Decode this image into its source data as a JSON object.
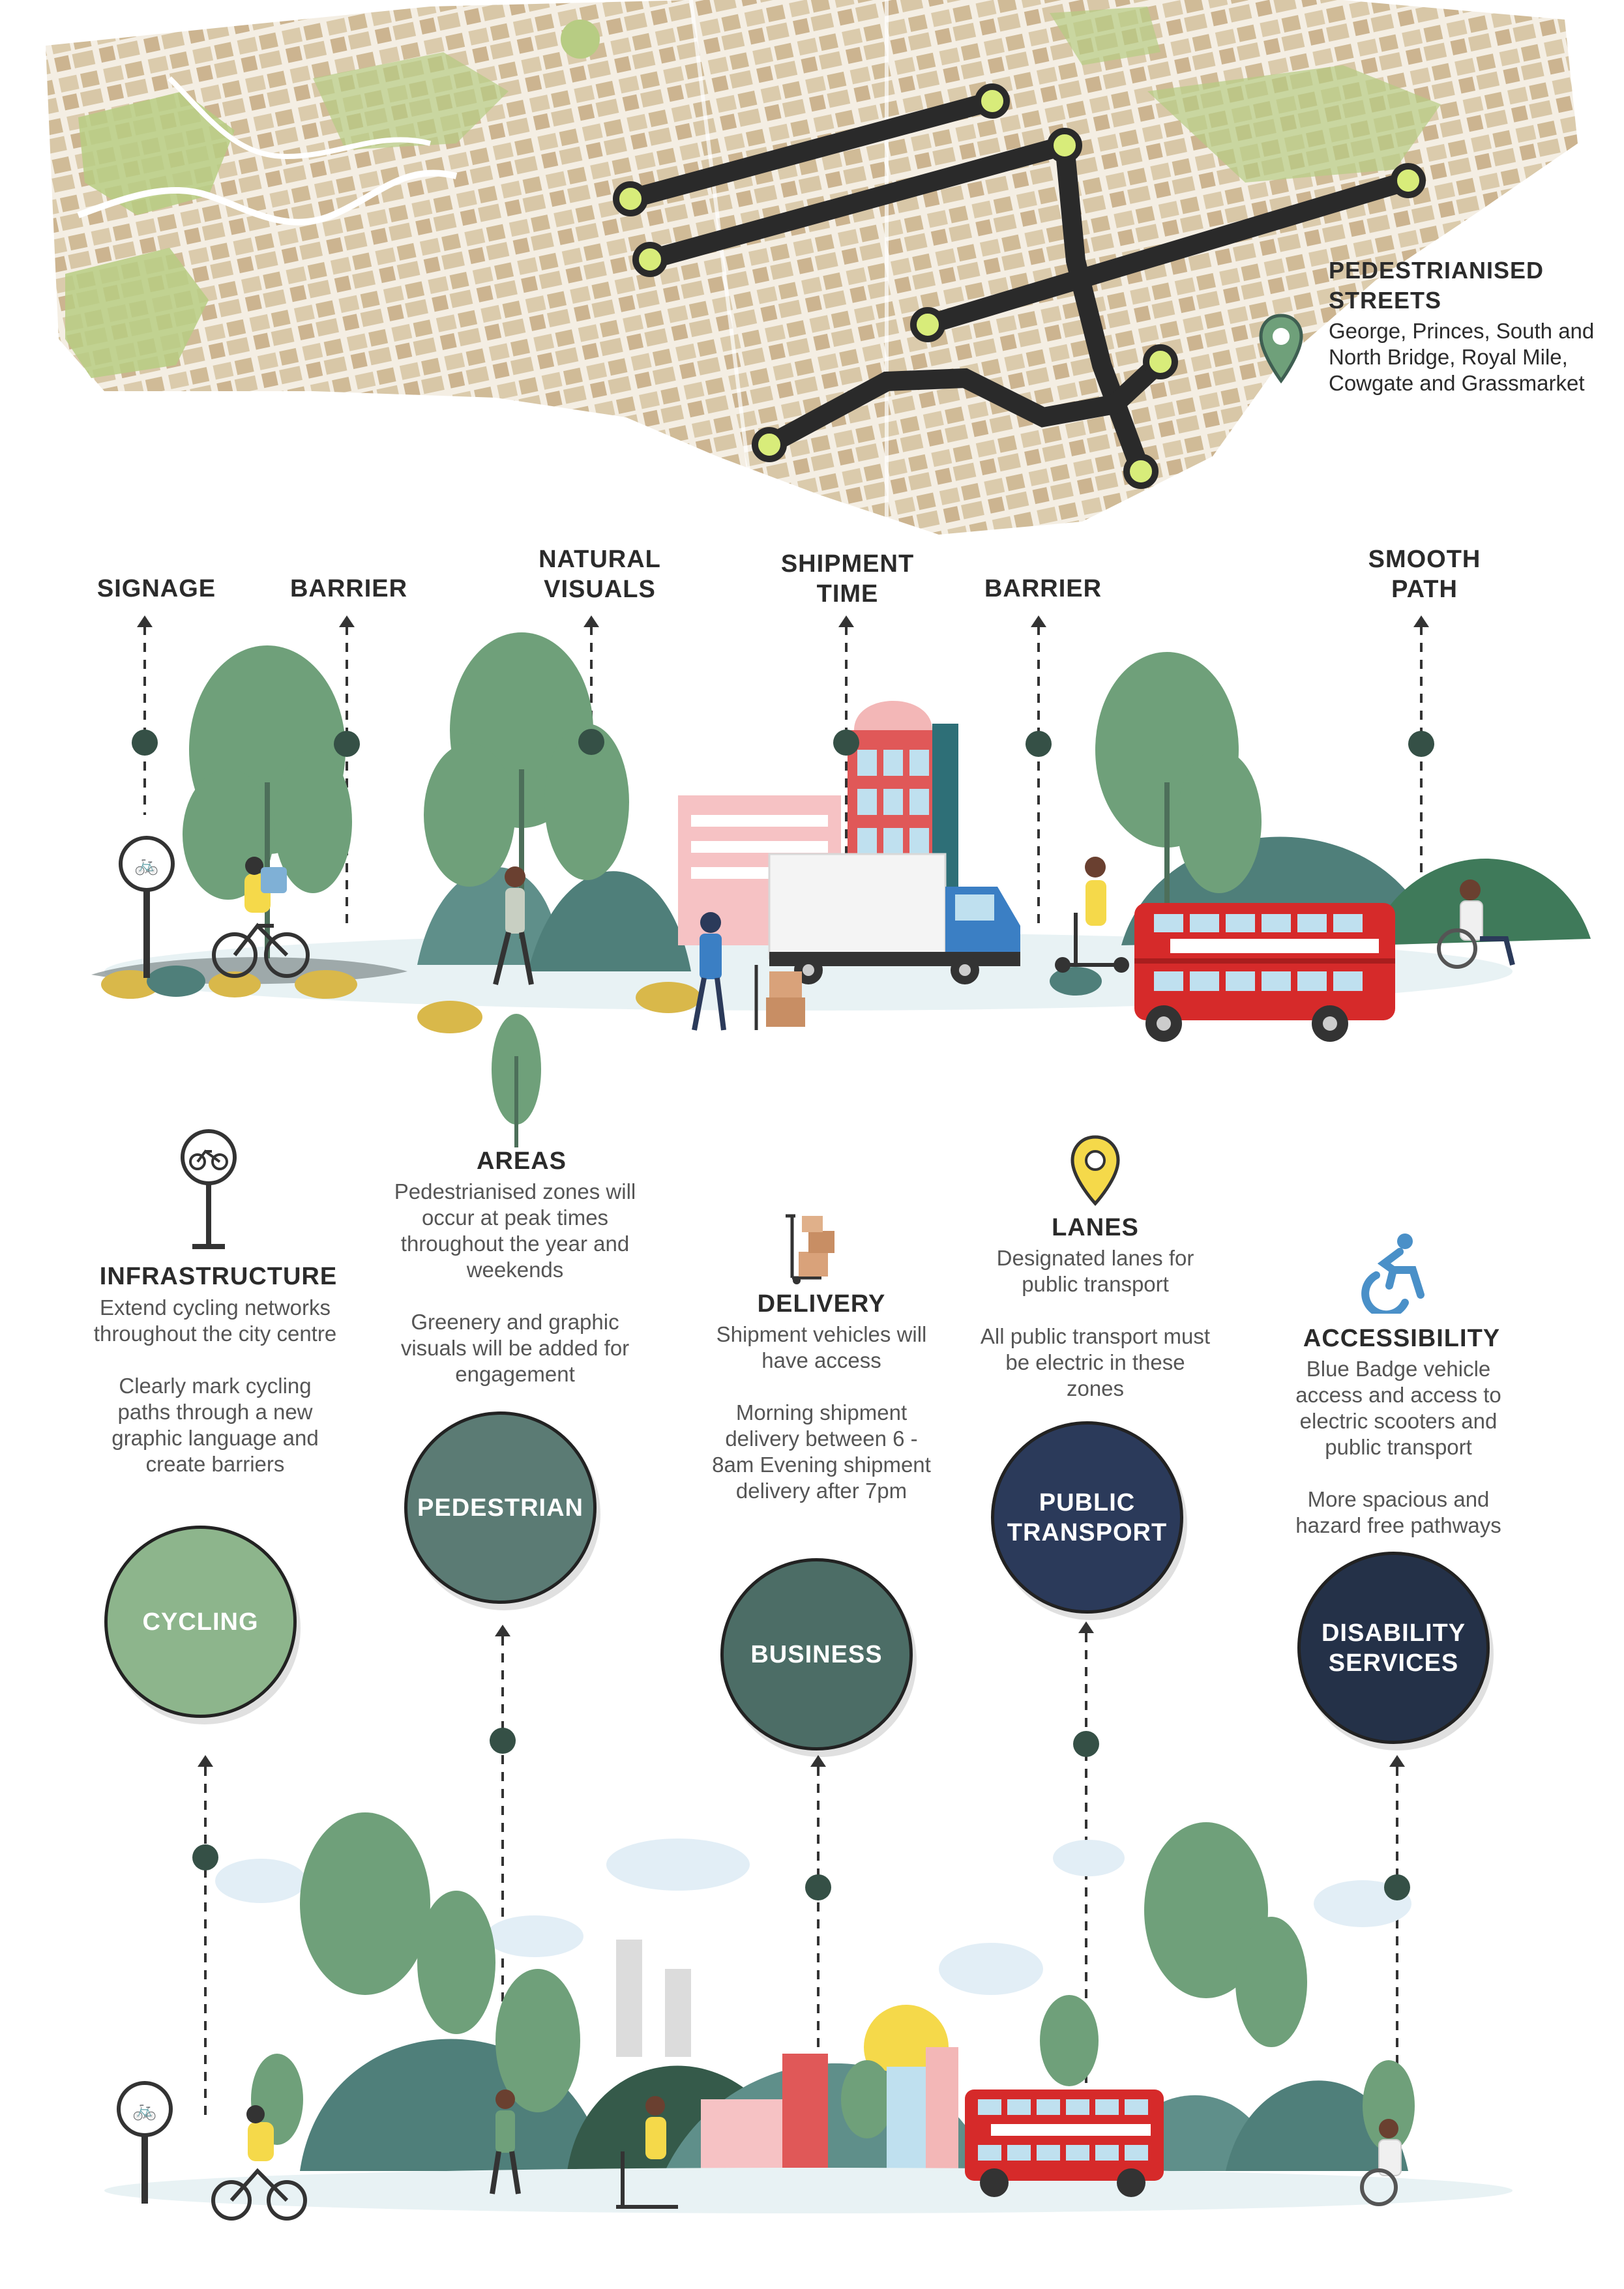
{
  "map": {
    "legend_title_line1": "PEDESTRIANISED",
    "legend_title_line2": "STREETS",
    "legend_text": "George, Princes, South and North Bridge, Royal Mile, Cowgate and Grassmarket",
    "legend_icon": "map-pin-icon"
  },
  "scene_labels": {
    "signage": "SIGNAGE",
    "barrier_1": "BARRIER",
    "natural_visuals_1": "NATURAL",
    "natural_visuals_2": "VISUALS",
    "shipment_time_1": "SHIPMENT",
    "shipment_time_2": "TIME",
    "barrier_2": "BARRIER",
    "smooth_path_1": "SMOOTH",
    "smooth_path_2": "PATH"
  },
  "columns": {
    "cycling": {
      "title": "INFRASTRUCTURE",
      "text1": "Extend cycling networks throughout the city centre",
      "text2": "Clearly mark cycling paths through a new graphic language and create barriers",
      "circle": "CYCLING",
      "icon": "bicycle-sign-icon",
      "color": "#8db58c"
    },
    "pedestrian": {
      "title": "AREAS",
      "text1": "Pedestrianised zones will occur at peak times throughout the year and weekends",
      "text2": "Greenery and graphic visuals will be added for engagement",
      "circle": "PEDESTRIAN",
      "icon": "tree-icon",
      "color": "#5b7b74"
    },
    "business": {
      "title": "DELIVERY",
      "text1": "Shipment vehicles will have access",
      "text2": "Morning shipment delivery between 6 - 8am Evening shipment delivery after 7pm",
      "circle": "BUSINESS",
      "icon": "hand-truck-boxes-icon",
      "color": "#4c6d66"
    },
    "transport": {
      "title": "LANES",
      "text1": "Designated lanes for public transport",
      "text2": "All public transport must be electric in these zones",
      "circle_line1": "PUBLIC",
      "circle_line2": "TRANSPORT",
      "icon": "location-pin-icon",
      "color": "#2b3a5a"
    },
    "disability": {
      "title": "ACCESSIBILITY",
      "text1": "Blue Badge vehicle access and access to electric scooters and public transport",
      "text2": "More spacious and hazard free pathways",
      "circle_line1": "DISABILITY",
      "circle_line2": "SERVICES",
      "icon": "wheelchair-icon",
      "color": "#243148"
    }
  },
  "colors": {
    "route": "#2a2a2a",
    "node": "#d8ec7a",
    "tree_green": "#6fa07a",
    "hill_teal": "#4f7f7a",
    "bus_red": "#d62a2a",
    "dark_dot": "#355046"
  }
}
